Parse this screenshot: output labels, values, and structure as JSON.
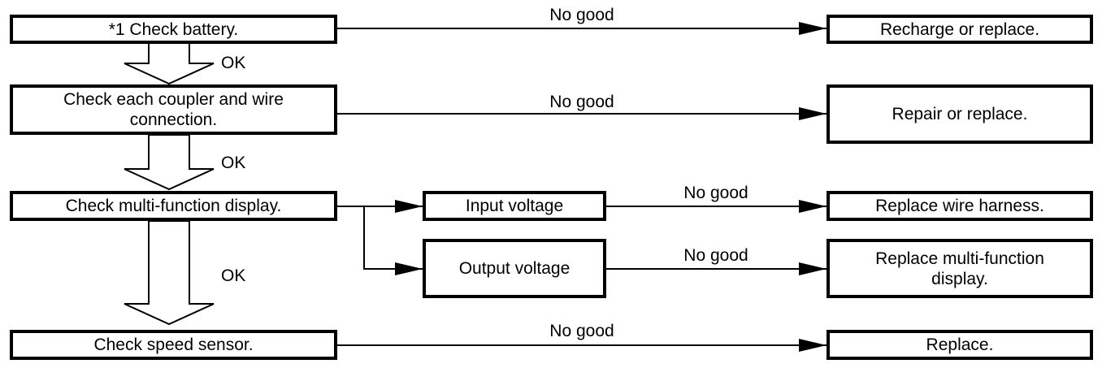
{
  "boxes": {
    "check_battery": "*1 Check battery.",
    "recharge_replace": "Recharge or replace.",
    "check_coupler": "Check each coupler and wire connection.",
    "repair_replace": "Repair or replace.",
    "check_display": "Check multi-function display.",
    "input_voltage": "Input voltage",
    "replace_harness": "Replace wire harness.",
    "output_voltage": "Output voltage",
    "replace_display": "Replace multi-function display.",
    "check_speed": "Check speed sensor.",
    "replace": "Replace."
  },
  "labels": {
    "no_good": "No good",
    "ok": "OK"
  }
}
